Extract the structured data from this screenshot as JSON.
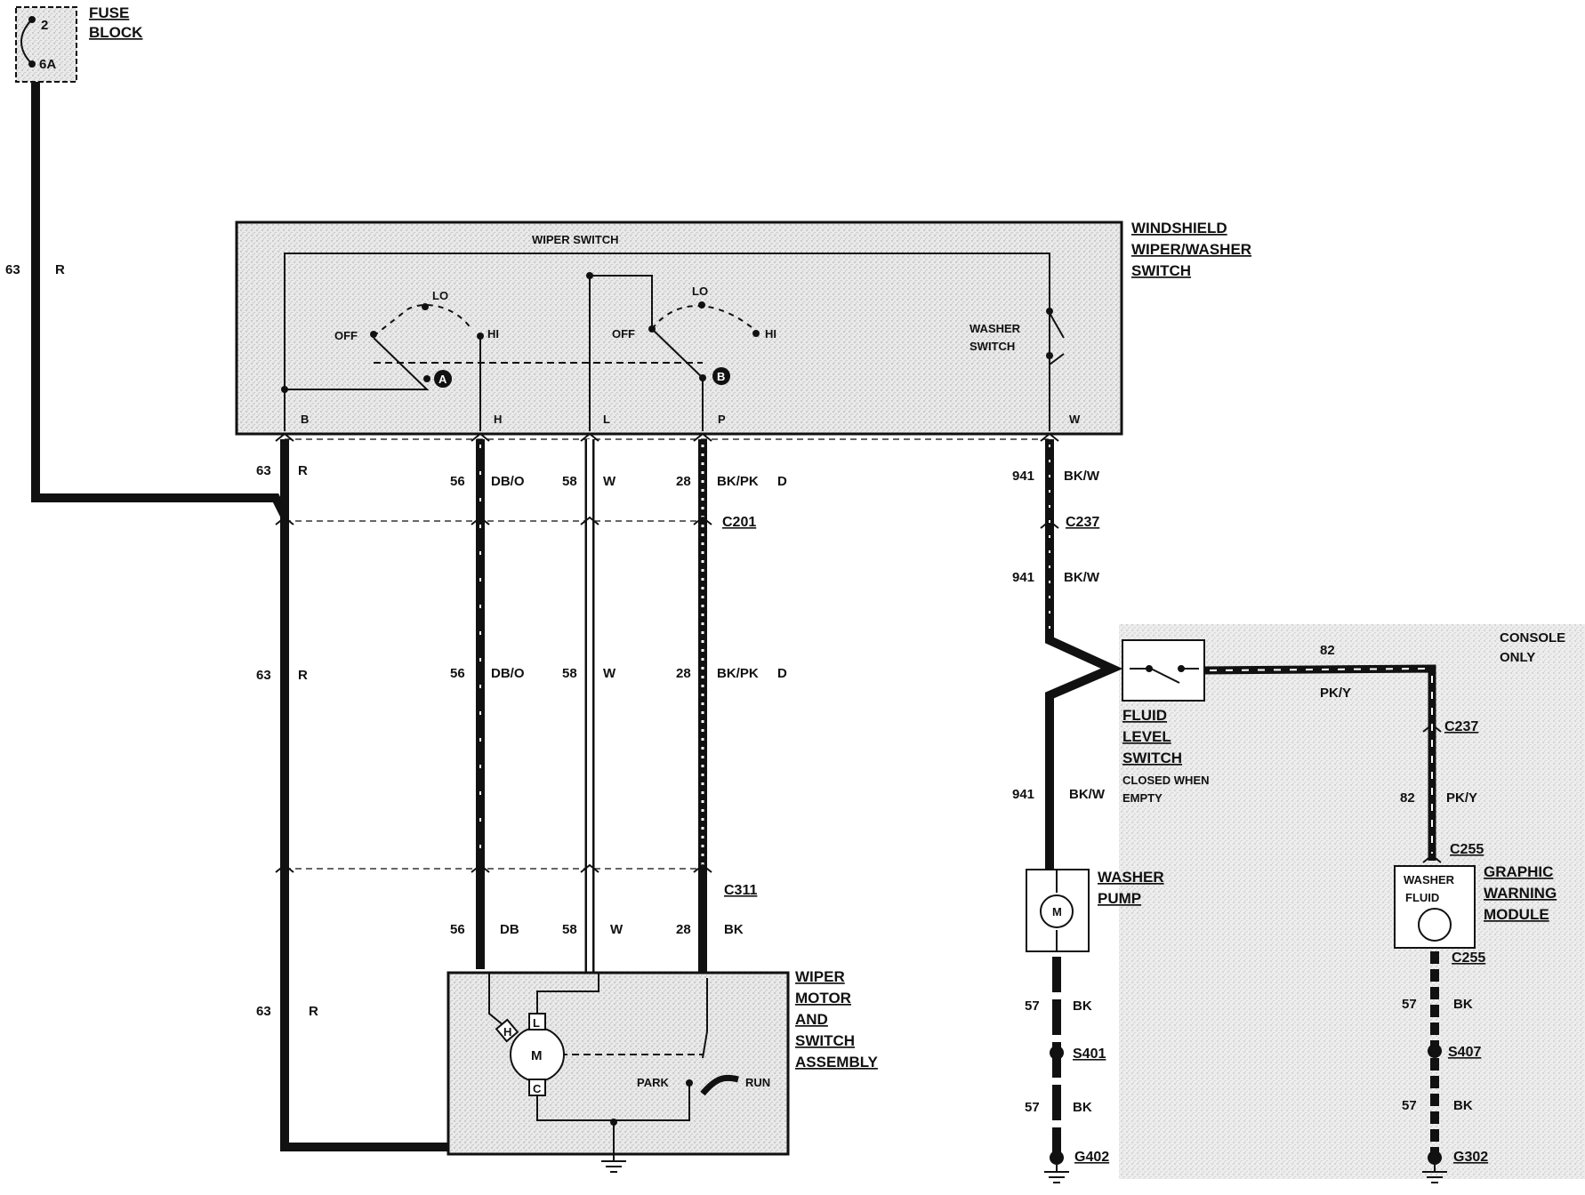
{
  "fuse_block": {
    "title_line1": "FUSE",
    "title_line2": "BLOCK",
    "fuse_number": "2",
    "fuse_rating": "6A"
  },
  "wiper_washer_switch": {
    "title_line1": "WINDSHIELD",
    "title_line2": "WIPER/WASHER",
    "title_line3": "SWITCH",
    "inner_label": "WIPER SWITCH",
    "pole_a": {
      "off": "OFF",
      "lo": "LO",
      "hi": "HI",
      "marker": "A"
    },
    "pole_b": {
      "off": "OFF",
      "lo": "LO",
      "hi": "HI",
      "marker": "B"
    },
    "washer_line1": "WASHER",
    "washer_line2": "SWITCH",
    "terminals": [
      "B",
      "H",
      "L",
      "P",
      "W"
    ]
  },
  "wires": {
    "red": {
      "circuit": "63",
      "color": "R"
    },
    "hi": {
      "circuit": "56",
      "color": "DB/O",
      "color_lower": "DB"
    },
    "low": {
      "circuit": "58",
      "color": "W"
    },
    "park": {
      "circuit": "28",
      "color": "BK/PK",
      "suffix": "D",
      "color_lower": "BK"
    },
    "washer": {
      "circuit": "941",
      "color": "BK/W"
    },
    "warning": {
      "circuit": "82",
      "color": "PK/Y"
    },
    "ground": {
      "circuit": "57",
      "color": "BK"
    }
  },
  "connectors": {
    "c201": "C201",
    "c311": "C311",
    "c237": "C237",
    "c255": "C255"
  },
  "splices": {
    "s401": "S401",
    "s407": "S407"
  },
  "grounds": {
    "g402": "G402",
    "g302": "G302"
  },
  "wiper_motor": {
    "title_line1": "WIPER",
    "title_line2": "MOTOR",
    "title_line3": "AND",
    "title_line4": "SWITCH",
    "title_line5": "ASSEMBLY",
    "motor_symbol": "M",
    "terminal_hi": "H",
    "terminal_low": "L",
    "terminal_common": "C",
    "park": "PARK",
    "run": "RUN"
  },
  "fluid_level_switch": {
    "title_line1": "FLUID",
    "title_line2": "LEVEL",
    "title_line3": "SWITCH",
    "note_line1": "CLOSED WHEN",
    "note_line2": "EMPTY"
  },
  "washer_pump": {
    "title_line1": "WASHER",
    "title_line2": "PUMP",
    "motor_symbol": "M"
  },
  "console": {
    "line1": "CONSOLE",
    "line2": "ONLY"
  },
  "graphic_warning_module": {
    "title_line1": "GRAPHIC",
    "title_line2": "WARNING",
    "title_line3": "MODULE",
    "lamp_line1": "WASHER",
    "lamp_line2": "FLUID"
  }
}
